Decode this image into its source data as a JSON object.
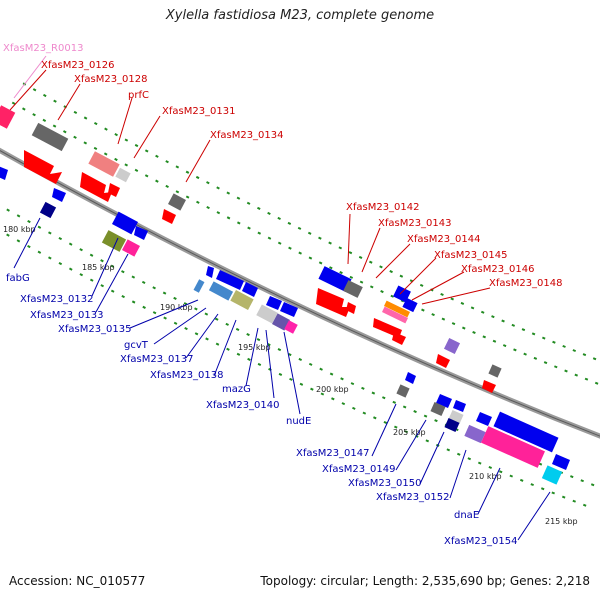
{
  "title": "Xylella fastidiosa M23, complete genome",
  "footer": {
    "accession": "Accession: NC_010577",
    "topology": "Topology: circular; Length: 2,535,690 bp; Genes: 2,218"
  },
  "ticks": [
    "180 kbp",
    "185 kbp",
    "190 kbp",
    "195 kbp",
    "200 kbp",
    "205 kbp",
    "210 kbp",
    "215 kbp"
  ],
  "labels_top": [
    "XfasM23_R0013",
    "XfasM23_0126",
    "XfasM23_0128",
    "prfC",
    "XfasM23_0131",
    "XfasM23_0134",
    "XfasM23_0142",
    "XfasM23_0143",
    "XfasM23_0144",
    "XfasM23_0145",
    "XfasM23_0146",
    "XfasM23_0148"
  ],
  "labels_bottom": [
    "fabG",
    "XfasM23_0132",
    "XfasM23_0133",
    "XfasM23_0135",
    "gcvT",
    "XfasM23_0137",
    "XfasM23_0138",
    "mazG",
    "XfasM23_0140",
    "nudE",
    "XfasM23_0147",
    "XfasM23_0149",
    "XfasM23_0150",
    "XfasM23_0152",
    "dnaE",
    "XfasM23_0154"
  ],
  "colors": {
    "forward": "#ff0000",
    "reverse": "#0000ee",
    "rna": "#ee88cc",
    "backbone": "#888888",
    "tick": "#228b22"
  }
}
